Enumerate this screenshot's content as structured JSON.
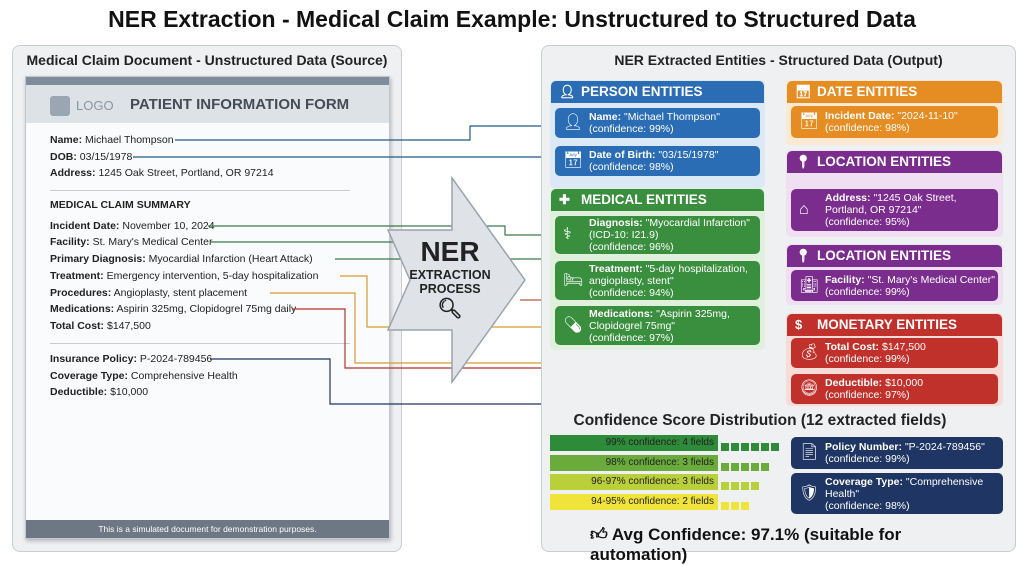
{
  "title": "NER Extraction - Medical Claim Example: Unstructured to Structured Data",
  "source": {
    "panel_title": "Medical Claim Document - Unstructured Data (Source)",
    "logo": "LOGO",
    "form_title": "PATIENT INFORMATION FORM",
    "fields1": [
      {
        "label": "Name:",
        "value": "Michael Thompson"
      },
      {
        "label": "DOB:",
        "value": "03/15/1978"
      },
      {
        "label": "Address:",
        "value": "1245 Oak Street, Portland, OR 97214"
      }
    ],
    "section": "MEDICAL CLAIM SUMMARY",
    "fields2": [
      {
        "label": "Incident Date:",
        "value": "November 10, 2024"
      },
      {
        "label": "Facility:",
        "value": "St. Mary's Medical Center"
      },
      {
        "label": "Primary Diagnosis:",
        "value": "Myocardial Infarction (Heart Attack)"
      },
      {
        "label": "Treatment:",
        "value": "Emergency intervention, 5-day hospitalization"
      },
      {
        "label": "Procedures:",
        "value": "Angioplasty, stent placement"
      },
      {
        "label": "Medications:",
        "value": "Aspirin 325mg, Clopidogrel 75mg daily"
      },
      {
        "label": "Total Cost:",
        "value": "$147,500"
      }
    ],
    "fields3": [
      {
        "label": "Insurance Policy:",
        "value": "P-2024-789456"
      },
      {
        "label": "Coverage Type:",
        "value": "Comprehensive Health"
      },
      {
        "label": "Deductible:",
        "value": "$10,000"
      }
    ],
    "footer": "This is a simulated document for demonstration purposes."
  },
  "process": {
    "line1": "NER",
    "line2": "EXTRACTION",
    "line3": "PROCESS"
  },
  "output": {
    "panel_title": "NER Extracted Entities - Structured Data (Output)",
    "person": {
      "title": "PERSON ENTITIES",
      "color": "#2a6db5",
      "items": [
        {
          "label": "Name:",
          "value": "\"Michael Thompson\"",
          "conf": "(confidence: 99%)"
        },
        {
          "label": "Date of Birth:",
          "value": "\"03/15/1978\"",
          "conf": "(confidence: 98%)"
        }
      ]
    },
    "medical": {
      "title": "MEDICAL ENTITIES",
      "color": "#3a8f3e",
      "items": [
        {
          "label": "Diagnosis:",
          "value": "\"Myocardial Infarction\" (ICD-10: I21.9)",
          "conf": "(confidence: 96%)"
        },
        {
          "label": "Treatment:",
          "value": "\"5-day hospitalization, angioplasty, stent\"",
          "conf": "(confidence: 94%)"
        },
        {
          "label": "Medications:",
          "value": "\"Aspirin 325mg, Clopidogrel 75mg\"",
          "conf": "(confidence: 97%)"
        }
      ]
    },
    "date": {
      "title": "DATE ENTITIES",
      "color": "#e58d22",
      "items": [
        {
          "label": "Incident Date:",
          "value": "\"2024-11-10\"",
          "conf": "(confidence: 98%)"
        }
      ]
    },
    "location1": {
      "title": "LOCATION ENTITIES",
      "color": "#7b2d8e",
      "items": [
        {
          "label": "Address:",
          "value": "\"1245 Oak Street, Portland, OR 97214\"",
          "conf": "(confidence: 95%)"
        }
      ]
    },
    "location2": {
      "title": "LOCATION ENTITIES",
      "color": "#7b2d8e",
      "items": [
        {
          "label": "Facility:",
          "value": "\"St. Mary's Medical Center\"",
          "conf": "(confidence: 99%)"
        }
      ]
    },
    "monetary": {
      "title": "MONETARY ENTITIES",
      "color": "#c0312b",
      "items": [
        {
          "label": "Total Cost:",
          "value": "$147,500",
          "conf": "(confidence: 99%)"
        },
        {
          "label": "Deductible:",
          "value": "$10,000",
          "conf": "(confidence: 97%)"
        }
      ]
    },
    "insurance": {
      "color": "#1f3564",
      "items": [
        {
          "label": "Policy Number:",
          "value": "\"P-2024-789456\"",
          "conf": "(confidence: 99%)"
        },
        {
          "label": "Coverage Type:",
          "value": "\"Comprehensive Health\"",
          "conf": "(confidence: 98%)"
        }
      ]
    }
  },
  "confidence": {
    "title": "Confidence Score Distribution (12 extracted fields)",
    "rows": [
      {
        "label": "99% confidence: 4 fields",
        "fields": 4,
        "squares": 6,
        "color": "#2e8b3a"
      },
      {
        "label": "98% confidence: 3 fields",
        "fields": 3,
        "squares": 5,
        "color": "#6aab3c"
      },
      {
        "label": "96-97% confidence: 3 fields",
        "fields": 3,
        "squares": 4,
        "color": "#b9d03a"
      },
      {
        "label": "94-95% confidence: 2 fields",
        "fields": 2,
        "squares": 3,
        "color": "#f0e43a"
      }
    ],
    "avg": "Avg Confidence: 97.1% (suitable for automation)"
  }
}
